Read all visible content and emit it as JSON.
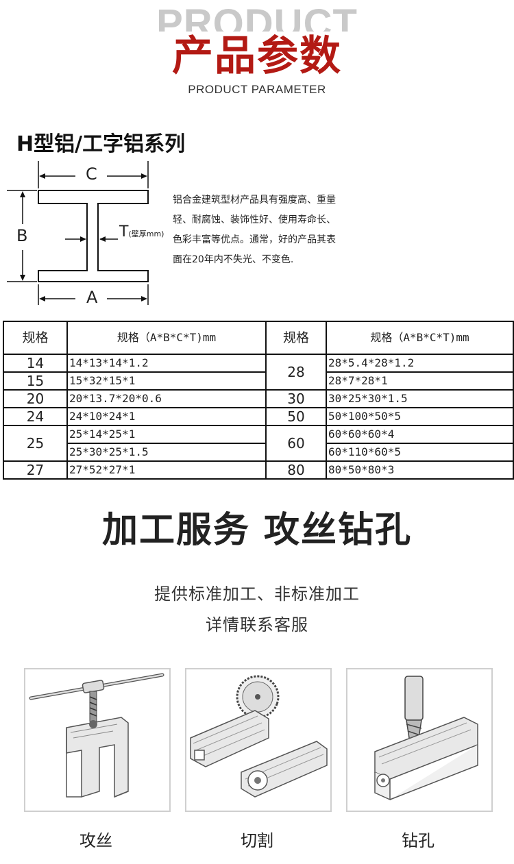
{
  "header": {
    "bg_word": "PRODUCT",
    "title": "产品参数",
    "subtitle": "PRODUCT PARAMETER"
  },
  "series_title": "H型铝/工字铝系列",
  "diagram": {
    "label_c": "C",
    "label_b": "B",
    "label_a": "A",
    "label_t": "T",
    "label_t_note": "(壁厚mm)"
  },
  "description": "铝合金建筑型材产品具有强度高、重量轻、耐腐蚀、装饰性好、使用寿命长、色彩丰富等优点。通常，好的产品其表面在20年内不失光、不变色.",
  "table": {
    "headers": [
      "规格",
      "规格（A*B*C*T)mm",
      "规格",
      "规格（A*B*C*T)mm"
    ],
    "left": [
      {
        "code": "14",
        "values": [
          "14*13*14*1.2"
        ]
      },
      {
        "code": "15",
        "values": [
          "15*32*15*1"
        ]
      },
      {
        "code": "20",
        "values": [
          "20*13.7*20*0.6"
        ]
      },
      {
        "code": "24",
        "values": [
          "24*10*24*1"
        ]
      },
      {
        "code": "25",
        "values": [
          "25*14*25*1",
          "25*30*25*1.5"
        ]
      },
      {
        "code": "27",
        "values": [
          "27*52*27*1"
        ]
      }
    ],
    "right": [
      {
        "code": "28",
        "values": [
          "28*5.4*28*1.2",
          "28*7*28*1"
        ]
      },
      {
        "code": "30",
        "values": [
          "30*25*30*1.5"
        ]
      },
      {
        "code": "50",
        "values": [
          "50*100*50*5"
        ]
      },
      {
        "code": "60",
        "values": [
          "60*60*60*4",
          "60*110*60*5"
        ]
      },
      {
        "code": "80",
        "values": [
          "80*50*80*3"
        ]
      }
    ]
  },
  "service": {
    "title": "加工服务 攻丝钻孔",
    "line1": "提供标准加工、非标准加工",
    "line2": "详情联系客服"
  },
  "process_cards": [
    {
      "caption": "攻丝",
      "icon": "tapping-icon"
    },
    {
      "caption": "切割",
      "icon": "saw-cutting-icon"
    },
    {
      "caption": "钻孔",
      "icon": "drilling-icon"
    }
  ]
}
